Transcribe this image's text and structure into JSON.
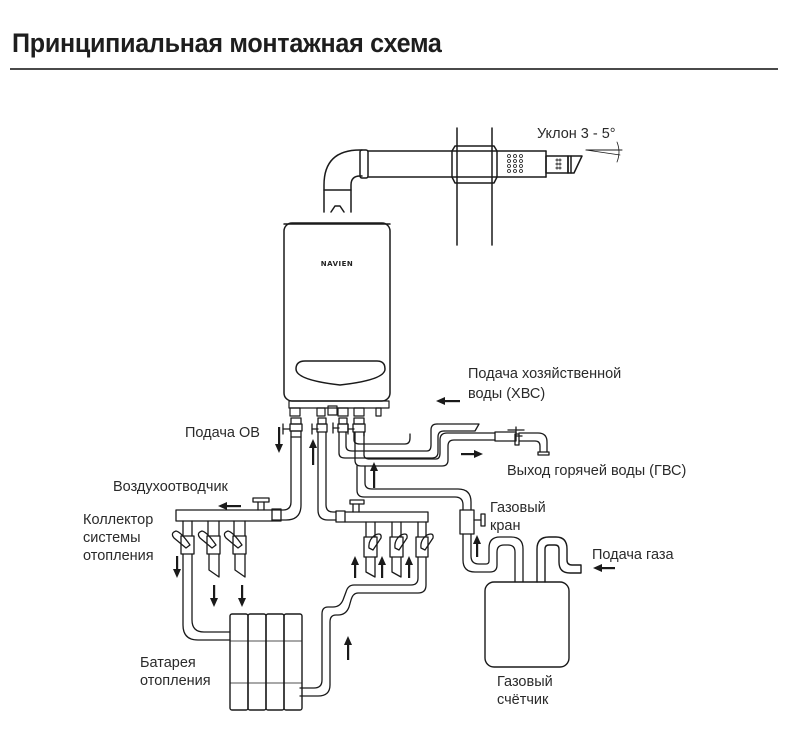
{
  "title": "Принципиальная монтажная схема",
  "boiler": {
    "brand": "NAVIEN"
  },
  "labels": {
    "slope": "Уклон 3 - 5°",
    "cold_water_supply_line1": "Подача хозяйственной",
    "cold_water_supply_line2": "воды (ХВС)",
    "hot_water_out": "Выход горячей воды (ГВС)",
    "heating_supply": "Подача ОВ",
    "air_vent": "Воздухоотводчик",
    "collector_line1": "Коллектор",
    "collector_line2": "системы",
    "collector_line3": "отопления",
    "gas_valve_line1": "Газовый",
    "gas_valve_line2": "кран",
    "gas_supply": "Подача газа",
    "radiator_line1": "Батарея",
    "radiator_line2": "отопления",
    "gas_meter_line1": "Газовый",
    "gas_meter_line2": "счётчик"
  },
  "colors": {
    "line": "#1a1a1a",
    "text": "#2a2a2a",
    "rule": "#4a4a4a"
  }
}
